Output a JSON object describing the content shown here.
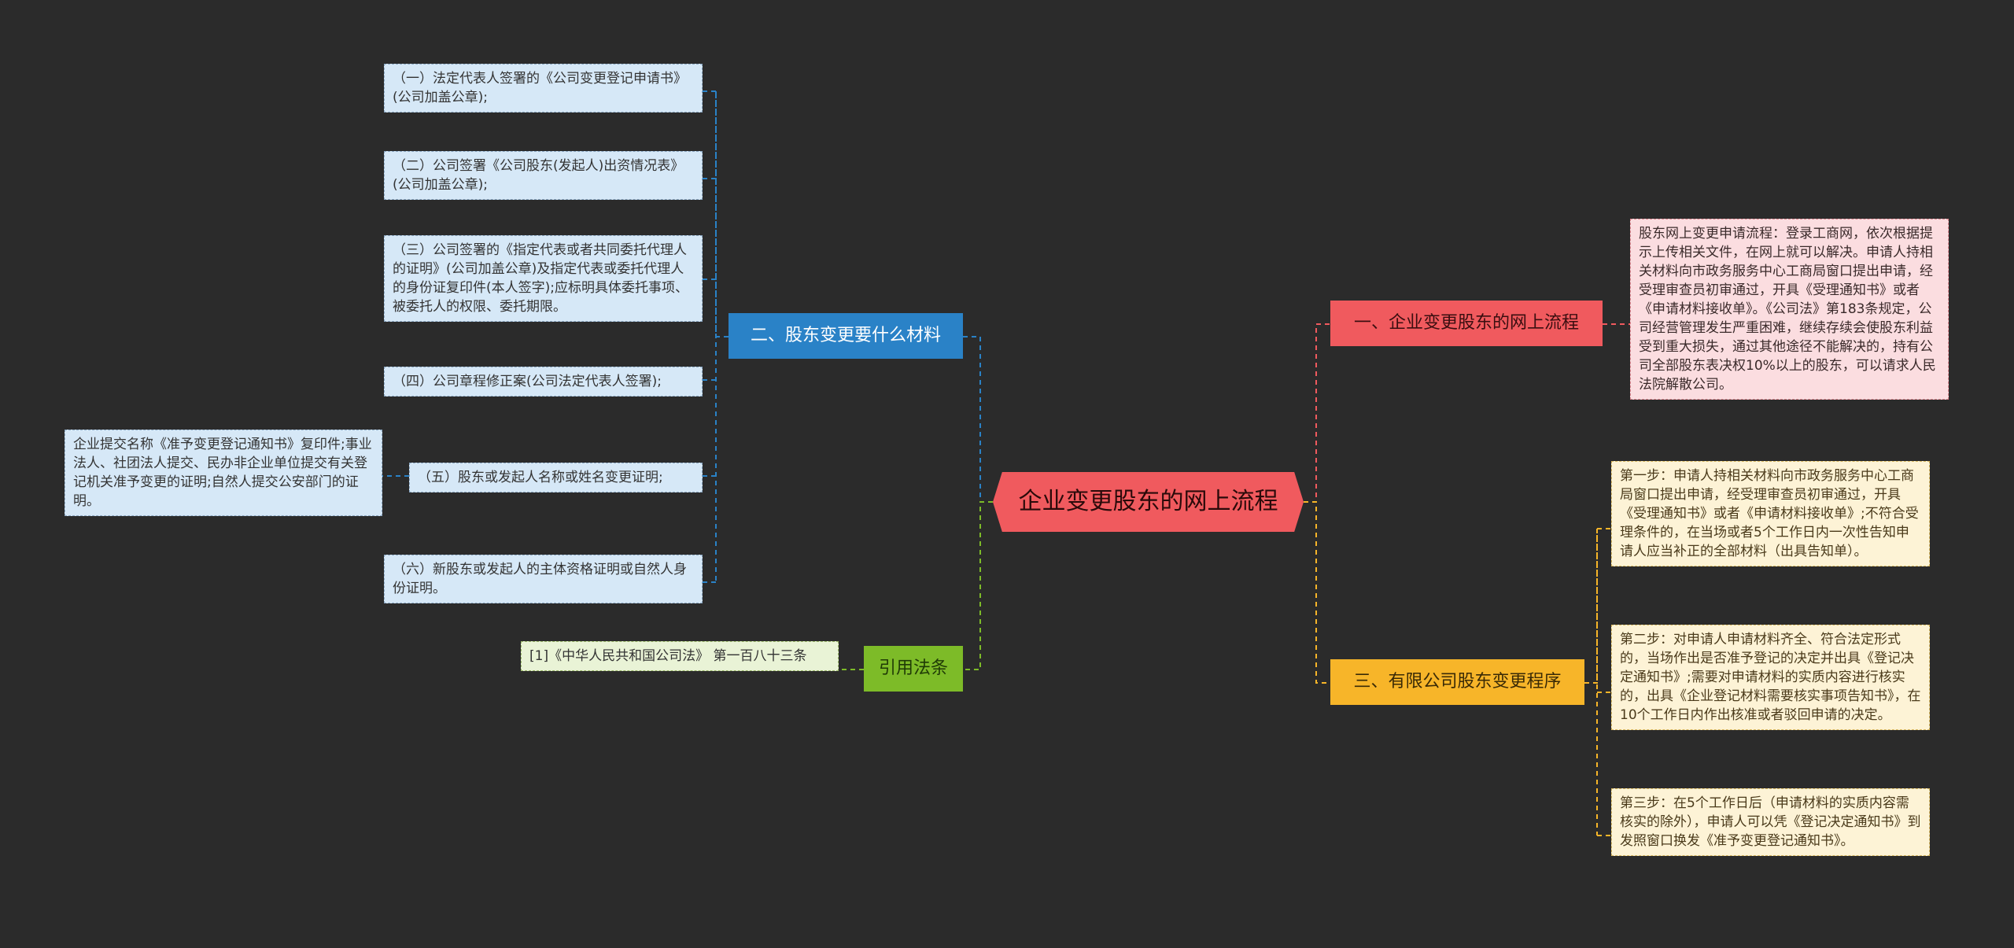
{
  "center": {
    "label": "企业变更股东的网上流程"
  },
  "branches": {
    "materials": {
      "label": "二、股东变更要什么材料",
      "items": [
        "（一）法定代表人签署的《公司变更登记申请书》(公司加盖公章);",
        "（二）公司签署《公司股东(发起人)出资情况表》(公司加盖公章);",
        "（三）公司签署的《指定代表或者共同委托代理人的证明》(公司加盖公章)及指定代表或委托代理人的身份证复印件(本人签字);应标明具体委托事项、被委托人的权限、委托期限。",
        "（四）公司章程修正案(公司法定代表人签署);",
        "（五）股东或发起人名称或姓名变更证明;",
        "（六）新股东或发起人的主体资格证明或自然人身份证明。"
      ],
      "sub_item5": "企业提交名称《准予变更登记通知书》复印件;事业法人、社团法人提交、民办非企业单位提交有关登记机关准予变更的证明;自然人提交公安部门的证明。"
    },
    "law": {
      "label": "引用法条",
      "items": [
        "[1]《中华人民共和国公司法》 第一百八十三条"
      ]
    },
    "online": {
      "label": "一、企业变更股东的网上流程",
      "items": [
        "股东网上变更申请流程：登录工商网，依次根据提示上传相关文件，在网上就可以解决。申请人持相关材料向市政务服务中心工商局窗口提出申请，经受理审查员初审通过，开具《受理通知书》或者《申请材料接收单》。《公司法》第183条规定，公司经营管理发生严重困难，继续存续会使股东利益受到重大损失，通过其他途径不能解决的，持有公司全部股东表决权10%以上的股东，可以请求人民法院解散公司。"
      ]
    },
    "procedure": {
      "label": "三、有限公司股东变更程序",
      "items": [
        "第一步：申请人持相关材料向市政务服务中心工商局窗口提出申请，经受理审查员初审通过，开具《受理通知书》或者《申请材料接收单》;不符合受理条件的，在当场或者5个工作日内一次性告知申请人应当补正的全部材料（出具告知单）。",
        "第二步：对申请人申请材料齐全、符合法定形式的，当场作出是否准予登记的决定并出具《登记决定通知书》;需要对申请材料的实质内容进行核实的，出具《企业登记材料需要核实事项告知书》，在10个工作日内作出核准或者驳回申请的决定。",
        "第三步：在5个工作日后（申请材料的实质内容需核实的除外），申请人可以凭《登记决定通知书》到发照窗口换发《准予变更登记通知书》。"
      ]
    }
  },
  "colors": {
    "line_blue": "#2a82c7",
    "line_green": "#7dbb28",
    "line_red": "#f05a5e",
    "line_orange": "#f7b529"
  }
}
